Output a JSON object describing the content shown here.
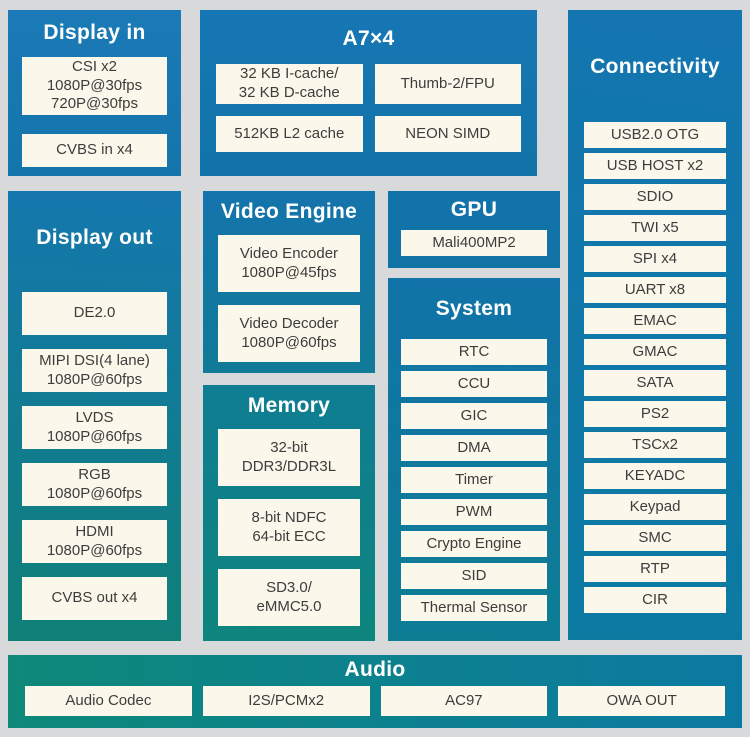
{
  "palette": {
    "background_gray": "#d8d9da",
    "box_fill": "#fbf7ea",
    "box_text": "#3d3d3d",
    "title_text": "#ffffff",
    "blue_top": "#1777b4",
    "teal_bottom_left": "#0e8578",
    "teal_bottom_right": "#0b7aa1"
  },
  "blocks": {
    "display_in": {
      "title": "Display in",
      "items": [
        "CSI x2\n1080P@30fps\n720P@30fps",
        "CVBS in x4"
      ]
    },
    "a7": {
      "title": "A7×4",
      "items": [
        "32 KB I-cache/\n32 KB D-cache",
        "Thumb-2/FPU",
        "512KB L2 cache",
        "NEON SIMD"
      ]
    },
    "connectivity": {
      "title": "Connectivity",
      "items": [
        "USB2.0 OTG",
        "USB HOST x2",
        "SDIO",
        "TWI x5",
        "SPI x4",
        "UART x8",
        "EMAC",
        "GMAC",
        "SATA",
        "PS2",
        "TSCx2",
        "KEYADC",
        "Keypad",
        "SMC",
        "RTP",
        "CIR"
      ]
    },
    "display_out": {
      "title": "Display out",
      "items": [
        "DE2.0",
        "MIPI DSI(4 lane)\n1080P@60fps",
        "LVDS\n1080P@60fps",
        "RGB\n1080P@60fps",
        "HDMI\n1080P@60fps",
        "CVBS out x4"
      ]
    },
    "video_engine": {
      "title": "Video Engine",
      "items": [
        "Video Encoder\n1080P@45fps",
        "Video Decoder\n1080P@60fps"
      ]
    },
    "memory": {
      "title": "Memory",
      "items": [
        "32-bit\nDDR3/DDR3L",
        "8-bit NDFC\n64-bit ECC",
        "SD3.0/\neMMC5.0"
      ]
    },
    "gpu": {
      "title": "GPU",
      "items": [
        "Mali400MP2"
      ]
    },
    "system": {
      "title": "System",
      "items": [
        "RTC",
        "CCU",
        "GIC",
        "DMA",
        "Timer",
        "PWM",
        "Crypto Engine",
        "SID",
        "Thermal Sensor"
      ]
    },
    "audio": {
      "title": "Audio",
      "items": [
        "Audio Codec",
        "I2S/PCMx2",
        "AC97",
        "OWA OUT"
      ]
    }
  }
}
